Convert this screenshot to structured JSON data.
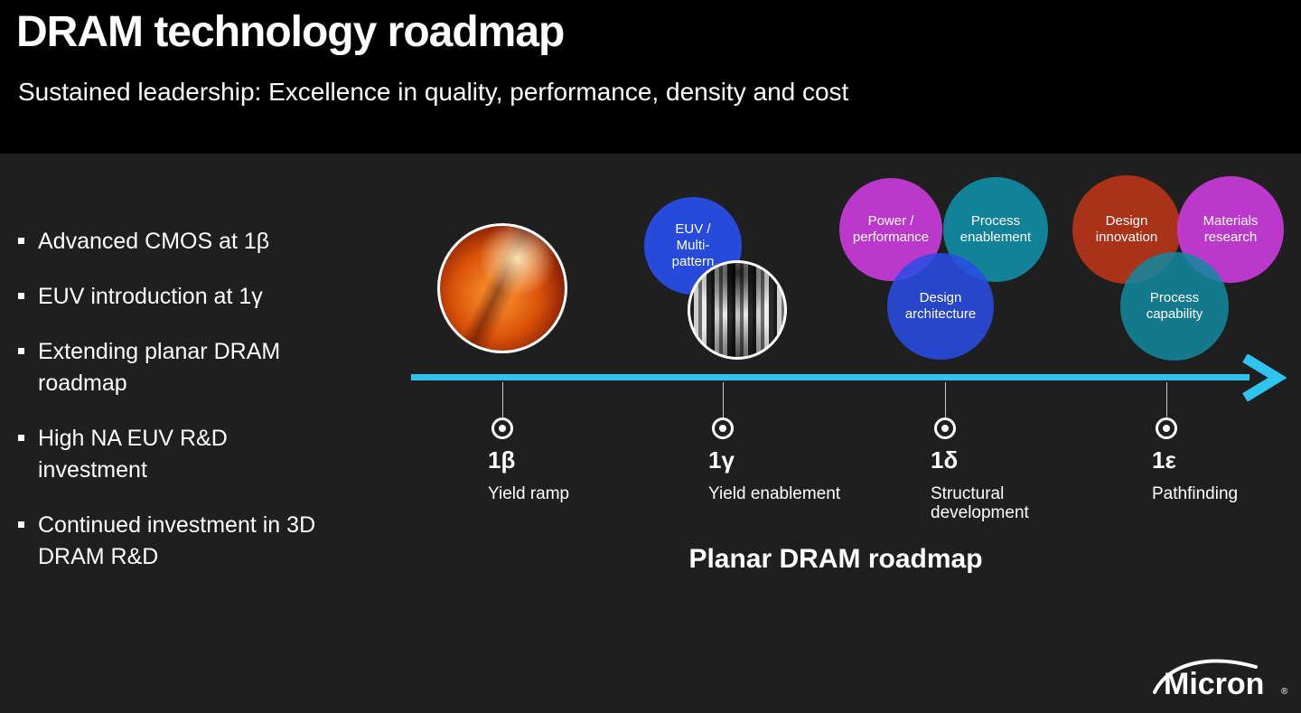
{
  "slide": {
    "title": "DRAM technology roadmap",
    "subtitle": "Sustained leadership: Excellence in quality, performance, density and cost",
    "bullets": [
      "Advanced CMOS at 1β",
      "EUV introduction at 1γ",
      "Extending planar DRAM roadmap",
      "High NA EUV R&D investment",
      "Continued investment in 3D DRAM R&D"
    ],
    "caption": "Planar DRAM roadmap",
    "logo_text": "Micron",
    "logo_mark": "®"
  },
  "bubbles": {
    "euv": {
      "label": "EUV /\nMulti-\npattern",
      "color": "#294de5"
    },
    "power": {
      "label": "Power /\nperformance",
      "color": "#c43bd4"
    },
    "enablement": {
      "label": "Process\nenablement",
      "color": "#11889e"
    },
    "architecture": {
      "label": "Design\narchitecture",
      "color": "#294de5"
    },
    "innovation": {
      "label": "Design\ninnovation",
      "color": "#b23418"
    },
    "materials": {
      "label": "Materials\nresearch",
      "color": "#c43bd4"
    },
    "capability": {
      "label": "Process\ncapability",
      "color": "#11889e"
    }
  },
  "milestones": [
    {
      "node": "1β",
      "label": "Yield ramp"
    },
    {
      "node": "1γ",
      "label": "Yield enablement"
    },
    {
      "node": "1δ",
      "label": "Structural development"
    },
    {
      "node": "1ε",
      "label": "Pathfinding"
    }
  ],
  "colors": {
    "background": "#1f1f1f",
    "header_background": "#000000",
    "arrow": "#2fc4f0",
    "text": "#ffffff"
  },
  "icons": {
    "bullet": "square-bullet-icon",
    "timeline_node": "timeline-node-icon",
    "photos": [
      "wafer-photo",
      "sem-photo"
    ]
  }
}
